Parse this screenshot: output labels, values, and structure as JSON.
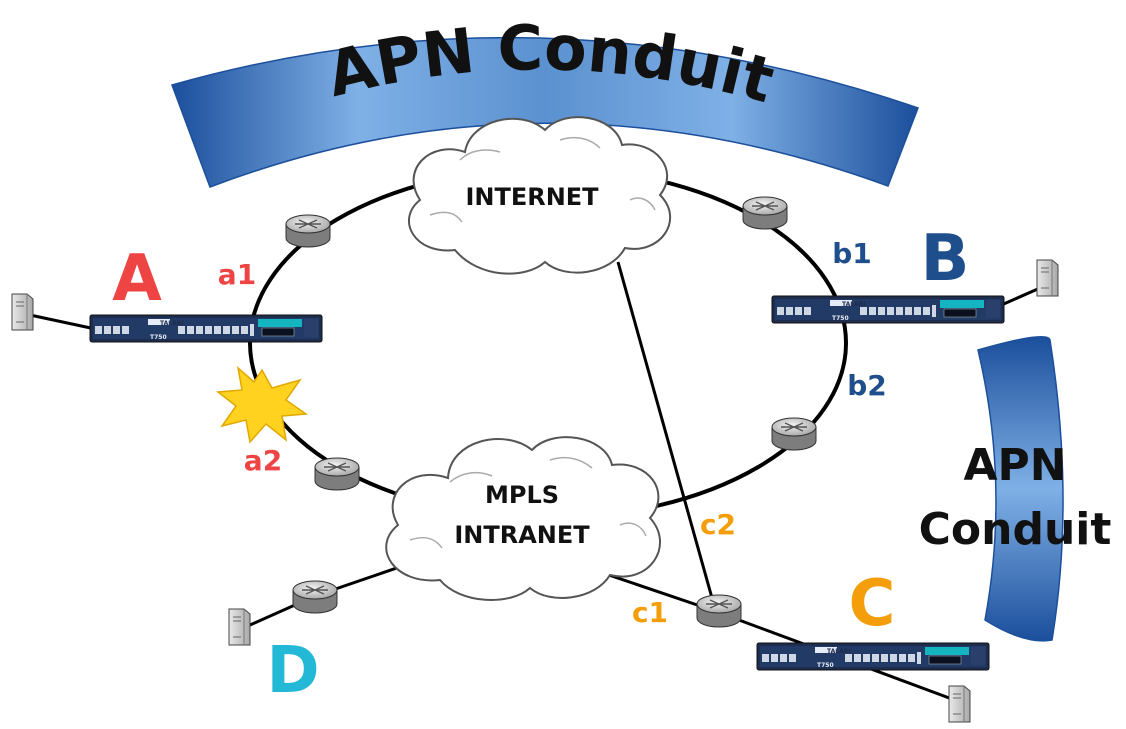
{
  "conduit_top": {
    "label": "APN Conduit"
  },
  "conduit_right": {
    "line1": "APN",
    "line2": "Conduit"
  },
  "clouds": {
    "internet": "INTERNET",
    "mpls_line1": "MPLS",
    "mpls_line2": "INTRANET"
  },
  "sites": {
    "a": {
      "name": "A",
      "color": "#ef4444"
    },
    "b": {
      "name": "B",
      "color": "#1f4e8c"
    },
    "c": {
      "name": "C",
      "color": "#f59e0b"
    },
    "d": {
      "name": "D",
      "color": "#22b8d6"
    }
  },
  "links": {
    "a1": "a1",
    "a2": "a2",
    "b1": "b1",
    "b2": "b2",
    "c1": "c1",
    "c2": "c2"
  },
  "appliance": {
    "brand": "TALARI",
    "model": "T750"
  },
  "colors": {
    "conduit_fill": "#5a8fcf",
    "conduit_dark": "#1c4f9c",
    "burst": "#ffd21f"
  },
  "icons": {
    "router": "router-icon",
    "server": "server-icon",
    "appliance": "appliance-icon",
    "failure": "failure-burst-icon"
  }
}
